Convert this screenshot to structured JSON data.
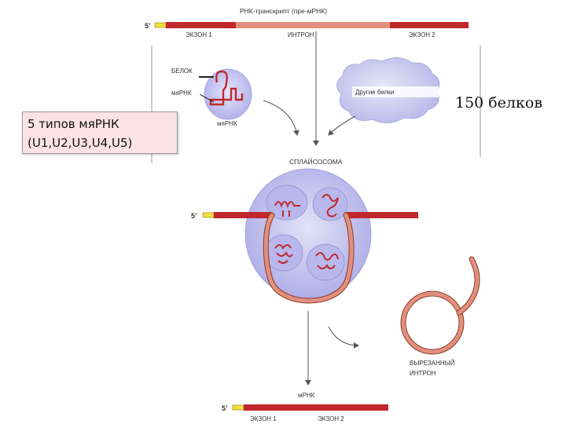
{
  "top_transcript": {
    "title": "РНК-транскрипт (пре-мРНК)",
    "five_prime": "5’",
    "exon1": "ЭКЗОН 1",
    "intron": "ИНТРОН",
    "exon2": "ЭКЗОН 2"
  },
  "snrnp": {
    "protein_label": "БЕЛОК",
    "rna_label": "мяРНК",
    "caption": "мяРНК"
  },
  "other_proteins": "Другие белки",
  "spliceosome_label": "СПЛАЙСОСОМА",
  "spliceosome_five_prime": "5’",
  "excised_intron": [
    "ВЫРЕЗАННЫЙ",
    "ИНТРОН"
  ],
  "mrna": {
    "label": "мРНК",
    "five_prime": "5’",
    "exon1": "ЭКЗОН 1",
    "exon2": "ЭКЗОН 2"
  },
  "callout": {
    "line1": "5 типов мяРНК",
    "line2": "(U1,U2,U3,U4,U5)"
  },
  "proteins_note": "150 белков",
  "colors": {
    "exon": "#c0282e",
    "intron": "#e0907c",
    "cap": "#f0e040",
    "particle": "#b9b9ec"
  }
}
